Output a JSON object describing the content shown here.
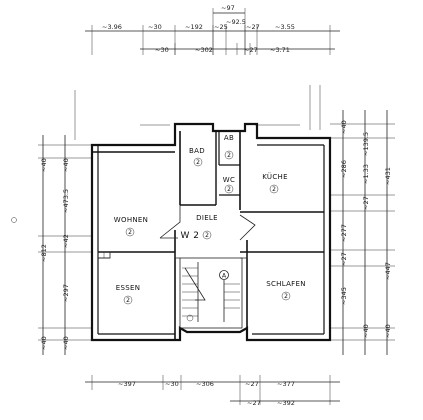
{
  "units": {
    "label": "W 2",
    "number": "2"
  },
  "rooms": {
    "bad": {
      "label": "BAD",
      "number": "2"
    },
    "ab": {
      "label": "AB",
      "number": "2"
    },
    "wc": {
      "label": "WC",
      "number": "2"
    },
    "kueche": {
      "label": "KÜCHE",
      "number": "2"
    },
    "wohnen": {
      "label": "WOHNEN",
      "number": "2"
    },
    "diele": {
      "label": "DIELE",
      "number": ""
    },
    "essen": {
      "label": "ESSEN",
      "number": "2"
    },
    "schlafen": {
      "label": "SCHLAFEN",
      "number": "2"
    },
    "stair": {
      "label": "A"
    }
  },
  "dimensions": {
    "top": {
      "r1_small": "~97",
      "r2": [
        "~3.96",
        "~30",
        "~192",
        "~25",
        "~92.5",
        "~27",
        "~3.55"
      ],
      "r3": [
        "~30",
        "~302",
        "~27",
        "~3.71"
      ]
    },
    "bottom": {
      "r1": [
        "~397",
        "~30",
        "~306",
        "~27",
        "~377"
      ],
      "r2": [
        "~27",
        "~392"
      ]
    },
    "left": [
      "~40",
      "~40",
      "~473.5",
      "~812",
      "~42",
      "~297",
      "~40",
      "~40"
    ],
    "right": [
      "~40",
      "~286",
      "~1.33",
      "~139.5",
      "~27",
      "~277",
      "~27",
      "~345",
      "~431",
      "~447",
      "~40",
      "~40"
    ]
  },
  "colors": {
    "ink": "#111111",
    "paper": "#ffffff"
  }
}
